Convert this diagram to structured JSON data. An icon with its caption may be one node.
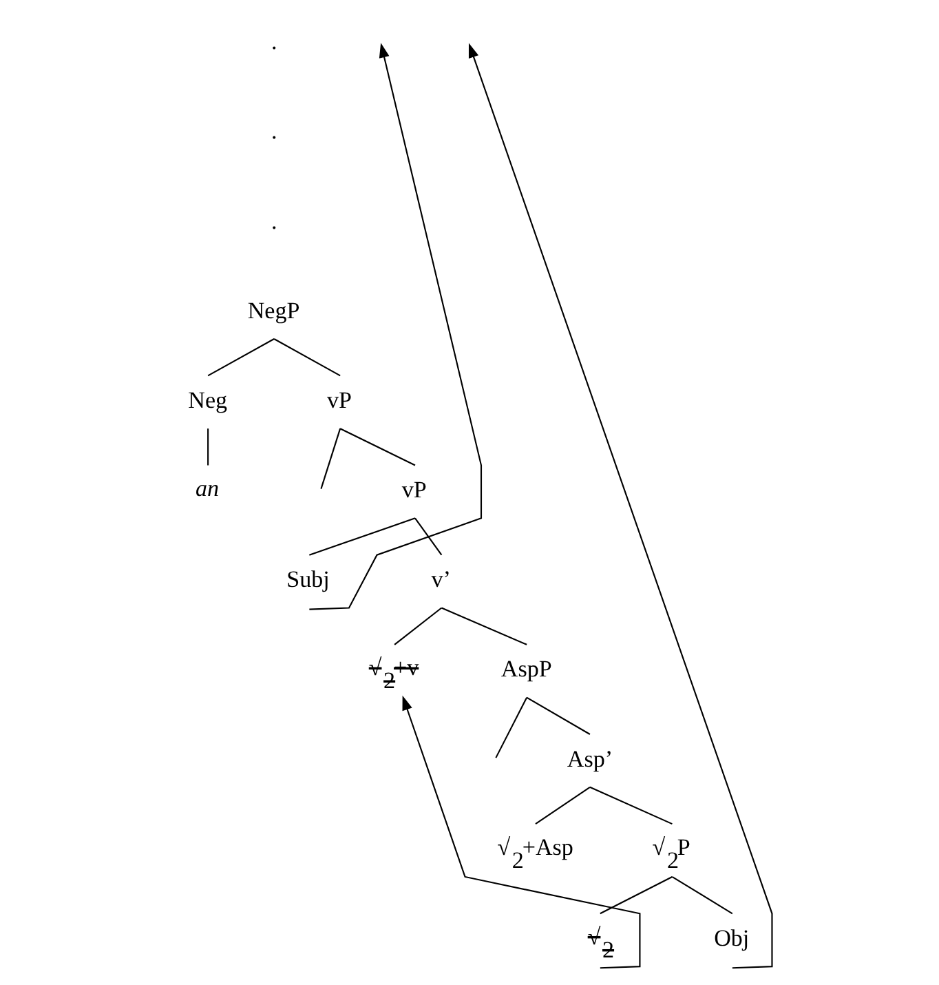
{
  "diagram": {
    "nodes": [
      {
        "text": [
          "NegP"
        ]
      },
      {
        "text": [
          "Neg"
        ]
      },
      {
        "text": [
          "vP"
        ]
      },
      {
        "text": [
          "an"
        ]
      },
      {
        "text": [
          "vP"
        ]
      },
      {
        "text": [
          "Subj"
        ]
      },
      {
        "text": [
          "v’"
        ]
      },
      {
        "text": [
          "√$_{2}$+v"
        ]
      },
      {
        "text": [
          "AspP"
        ]
      },
      {
        "text": [
          "Asp’"
        ]
      },
      {
        "text": [
          "√$_{2}$+Asp"
        ]
      },
      {
        "text": [
          "√$_{2}$P"
        ]
      },
      {
        "text": [
          "√$_{2}$"
        ]
      },
      {
        "text": [
          "Obj"
        ]
      }
    ],
    "edges": [
      {
        "from": 0,
        "to": 1,
        "arrow": "none"
      },
      {
        "from": 0,
        "to": 2,
        "arrow": "none"
      },
      {
        "from": 1,
        "to": 3,
        "arrow": "none"
      },
      {
        "from": 2,
        "to": null,
        "arrow": "none"
      },
      {
        "from": 2,
        "to": 4,
        "arrow": "none"
      },
      {
        "from": 4,
        "to": 5,
        "arrow": "none"
      },
      {
        "from": 4,
        "to": 6,
        "arrow": "none"
      },
      {
        "from": 6,
        "to": 7,
        "arrow": "none"
      },
      {
        "from": 6,
        "to": 8,
        "arrow": "none"
      },
      {
        "from": 8,
        "to": null,
        "arrow": "none"
      },
      {
        "from": 8,
        "to": 9,
        "arrow": "none"
      },
      {
        "from": 9,
        "to": 10,
        "arrow": "none"
      },
      {
        "from": 9,
        "to": 11,
        "arrow": "none"
      },
      {
        "from": 11,
        "to": 12,
        "arrow": "none"
      },
      {
        "from": 11,
        "to": 13,
        "arrow": "none"
      },
      {
        "from": 5,
        "to": null,
        "arrow": "to"
      },
      {
        "from": 13,
        "to": null,
        "arrow": "to"
      },
      {
        "from": 12,
        "to": 7,
        "arrow": "to"
      }
    ],
    "labels": [
      ".",
      ".",
      "."
    ]
  }
}
